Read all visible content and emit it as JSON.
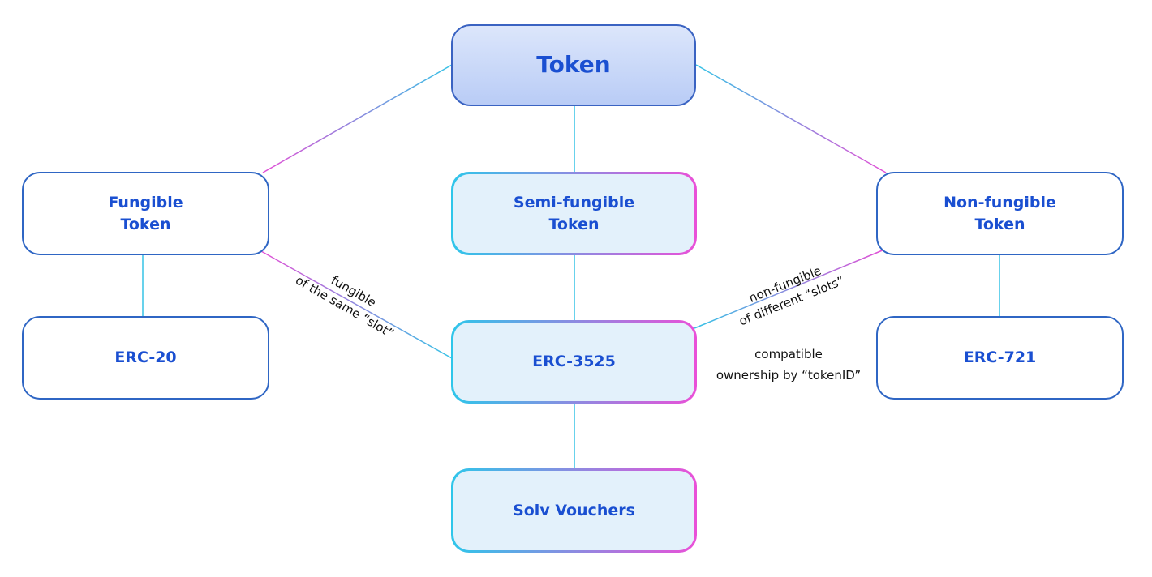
{
  "nodes": {
    "token": "Token",
    "fungible": "Fungible\nToken",
    "semi_fungible": "Semi-fungible\nToken",
    "non_fungible": "Non-fungible\nToken",
    "erc20": "ERC-20",
    "erc3525": "ERC-3525",
    "erc721": "ERC-721",
    "solv": "Solv Vouchers"
  },
  "edge_labels": {
    "fungible_line1": "fungible",
    "fungible_line2": "of the same “slot”",
    "nonfungible_line1": "non-fungible",
    "nonfungible_line2": "of different “slots”",
    "compatible_line1": "compatible",
    "compatible_line2": "ownership by “tokenID”"
  },
  "colors": {
    "node_text": "#1a4fd1",
    "node_border": "#2f66c4",
    "edge_cyan": "#35c3e6",
    "edge_magenta": "#e34fd6"
  }
}
